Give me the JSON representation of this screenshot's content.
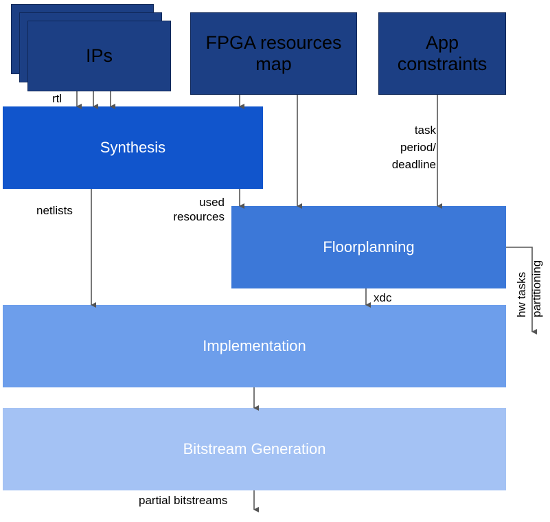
{
  "inputs": {
    "ips": "IPs",
    "fpga_line1": "FPGA resources",
    "fpga_line2": "map",
    "app_line1": "App",
    "app_line2": "constraints"
  },
  "stages": {
    "synthesis": "Synthesis",
    "floorplanning": "Floorplanning",
    "implementation": "Implementation",
    "bitstream": "Bitstream Generation"
  },
  "labels": {
    "rtl": "rtl",
    "netlists": "netlists",
    "used_line1": "used",
    "used_line2": "resources",
    "task_line1": "task",
    "task_line2": "period/",
    "task_line3": "deadline",
    "xdc": "xdc",
    "hw_line1": "hw tasks",
    "hw_line2": "partitioning",
    "output": "partial bitstreams"
  },
  "colors": {
    "input_box": "#1c3f84",
    "synthesis": "#1155cc",
    "floorplanning": "#3c78d8",
    "implementation": "#6d9eeb",
    "bitstream": "#a4c2f4"
  }
}
